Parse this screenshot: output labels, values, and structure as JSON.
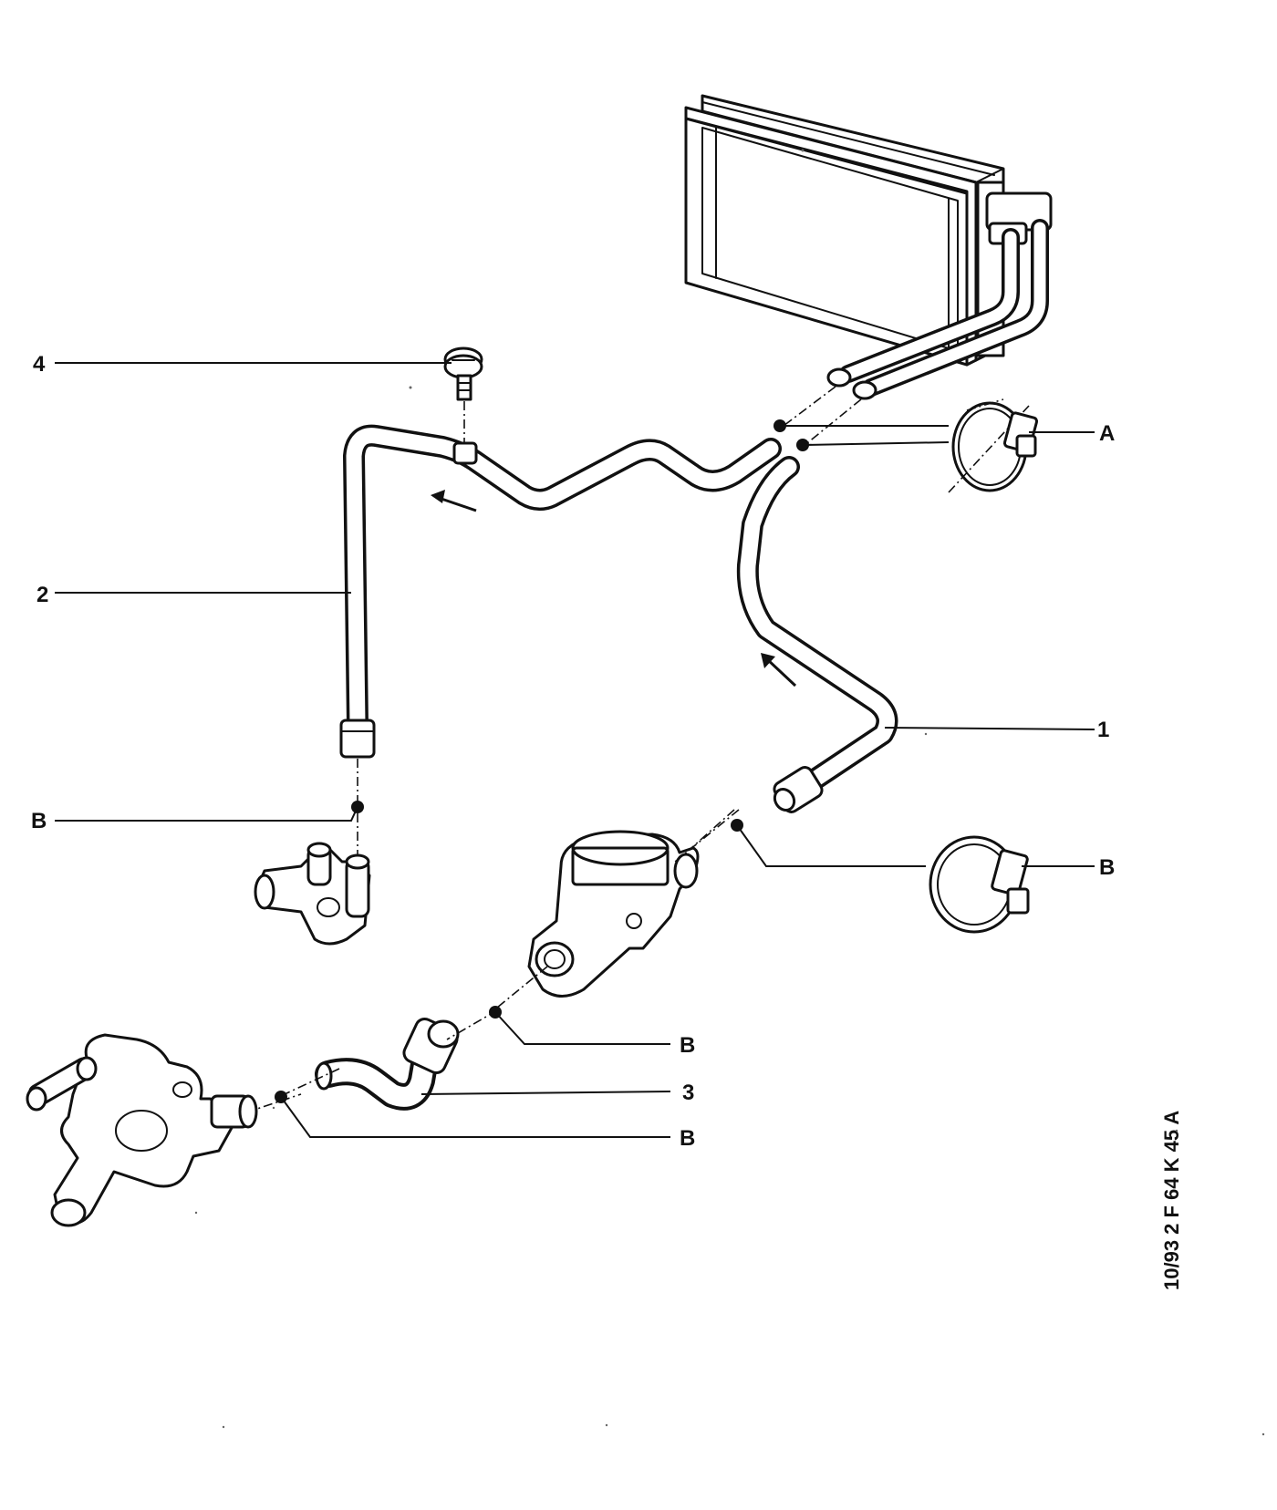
{
  "callouts": {
    "item_4": "4",
    "item_2": "2",
    "item_1": "1",
    "item_3": "3",
    "clamp_a": "A",
    "clamp_b_left": "B",
    "clamp_b_right": "B",
    "clamp_b_mid": "B",
    "clamp_b_bottom": "B"
  },
  "reference_code": "10/93 2 F 64 K 45 A"
}
